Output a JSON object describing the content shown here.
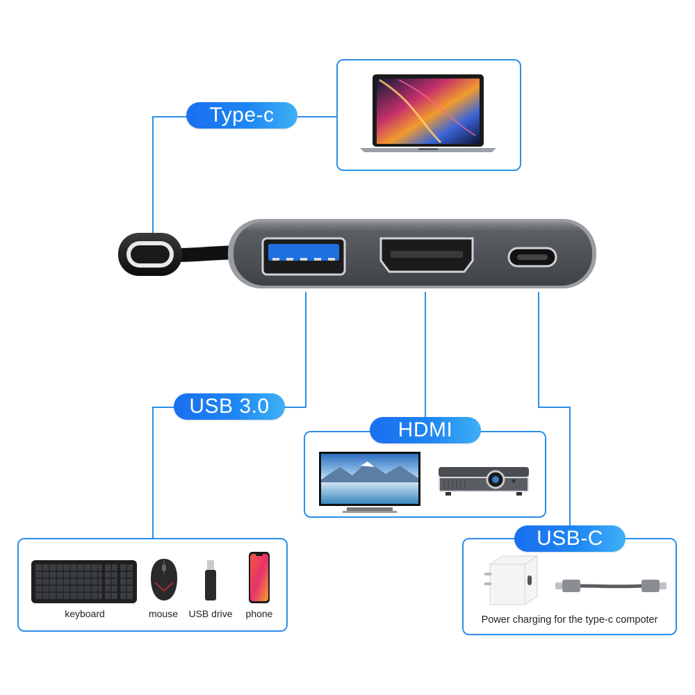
{
  "labels": {
    "type_c": "Type-c",
    "usb3": "USB 3.0",
    "hdmi": "HDMI",
    "usbc": "USB-C"
  },
  "devices": {
    "keyboard": "keyboard",
    "mouse": "mouse",
    "usb_drive": "USB drive",
    "phone": "phone"
  },
  "usbc_caption": "Power charging for the type-c compoter",
  "colors": {
    "accent": "#1e86f2",
    "line": "#2a8ee8",
    "usb3_port": "#1f6fe0"
  }
}
